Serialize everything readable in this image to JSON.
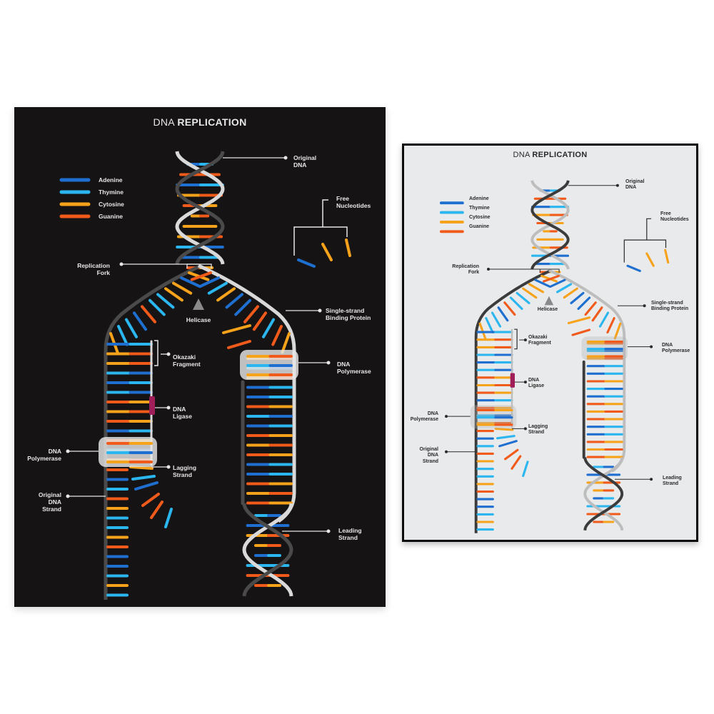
{
  "colors": {
    "adenine": "#1e6fd0",
    "thymine": "#2bb6ef",
    "cytosine": "#f7a21b",
    "guanine": "#f05a1a",
    "ligase": "#a01f5a",
    "dark_bg": "#151313",
    "light_bg": "#e9eaeb"
  },
  "posters": [
    {
      "variant": "dark",
      "title": {
        "prefix": "DNA",
        "emphasis": "REPLICATION"
      },
      "legend": [
        {
          "label": "Adenine",
          "color": "#1e6fd0"
        },
        {
          "label": "Thymine",
          "color": "#2bb6ef"
        },
        {
          "label": "Cytosine",
          "color": "#f7a21b"
        },
        {
          "label": "Guanine",
          "color": "#f05a1a"
        }
      ],
      "labels": {
        "original_dna": [
          "Original",
          "DNA"
        ],
        "free_nucleotides": [
          "Free",
          "Nucleotides"
        ],
        "replication_fork": [
          "Replication",
          "Fork"
        ],
        "helicase": "Helicase",
        "ssb_protein": [
          "Single-strand",
          "Binding Protein"
        ],
        "okazaki_fragment": [
          "Okazaki",
          "Fragment"
        ],
        "dna_polymerase_right": [
          "DNA",
          "Polymerase"
        ],
        "dna_ligase": [
          "DNA",
          "Ligase"
        ],
        "dna_polymerase_left": [
          "DNA",
          "Polymerase"
        ],
        "lagging_strand": [
          "Lagging",
          "Strand"
        ],
        "original_dna_strand": [
          "Original",
          "DNA",
          "Strand"
        ],
        "leading_strand": [
          "Leading",
          "Strand"
        ]
      }
    },
    {
      "variant": "light",
      "title": {
        "prefix": "DNA",
        "emphasis": "REPLICATION"
      },
      "legend": [
        {
          "label": "Adenine",
          "color": "#1e6fd0"
        },
        {
          "label": "Thymine",
          "color": "#2bb6ef"
        },
        {
          "label": "Cytosine",
          "color": "#f7a21b"
        },
        {
          "label": "Guanine",
          "color": "#f05a1a"
        }
      ],
      "labels": {
        "original_dna": [
          "Original",
          "DNA"
        ],
        "free_nucleotides": [
          "Free",
          "Nucleotides"
        ],
        "replication_fork": [
          "Replication",
          "Fork"
        ],
        "helicase": "Helicase",
        "ssb_protein": [
          "Single-strand",
          "Binding Protein"
        ],
        "okazaki_fragment": [
          "Okazaki",
          "Fragment"
        ],
        "dna_polymerase_right": [
          "DNA",
          "Polymerase"
        ],
        "dna_ligase": [
          "DNA",
          "Ligase"
        ],
        "dna_polymerase_left": [
          "DNA",
          "Polymerase"
        ],
        "lagging_strand": [
          "Lagging",
          "Strand"
        ],
        "original_dna_strand": [
          "Original",
          "DNA",
          "Strand"
        ],
        "leading_strand": [
          "Leading",
          "Strand"
        ]
      }
    }
  ],
  "base_pair_sequences": {
    "top_helix": [
      "AT",
      "G",
      "AT",
      "CG",
      "GC",
      "CG",
      "C",
      "CG",
      "TA",
      "AT",
      "GC"
    ],
    "fork_left": [
      "C",
      "A",
      "C",
      "C",
      "T",
      "T",
      "G",
      "A",
      "T",
      "T",
      "C"
    ],
    "fork_right": [
      "G",
      "A",
      "T",
      "C",
      "A",
      "A",
      "G",
      "G",
      "T",
      "G",
      "C"
    ],
    "lagging_pairs": [
      "AT",
      "CG",
      "CG",
      "TA",
      "AT",
      "TA",
      "GC",
      "CG",
      "GC",
      "AT",
      "GC",
      "TA",
      "CG"
    ],
    "lagging_template_only": [
      "G",
      "A",
      "T",
      "G",
      "C",
      "T",
      "T",
      "C",
      "G",
      "A",
      "A",
      "T",
      "C",
      "T"
    ],
    "lagging_free": [
      "C",
      "T",
      "A",
      "G",
      "G",
      "T"
    ],
    "leading_pairs": [
      "CG",
      "TA",
      "CG",
      "AT",
      "AT",
      "GC",
      "TA",
      "AT",
      "GC",
      "CG",
      "GC",
      "AT",
      "AT",
      "GC",
      "CG",
      "GC"
    ],
    "bottom_helix": [
      "TA",
      "A",
      "CG",
      "CG",
      "AT",
      "T",
      "G",
      "GC"
    ]
  }
}
